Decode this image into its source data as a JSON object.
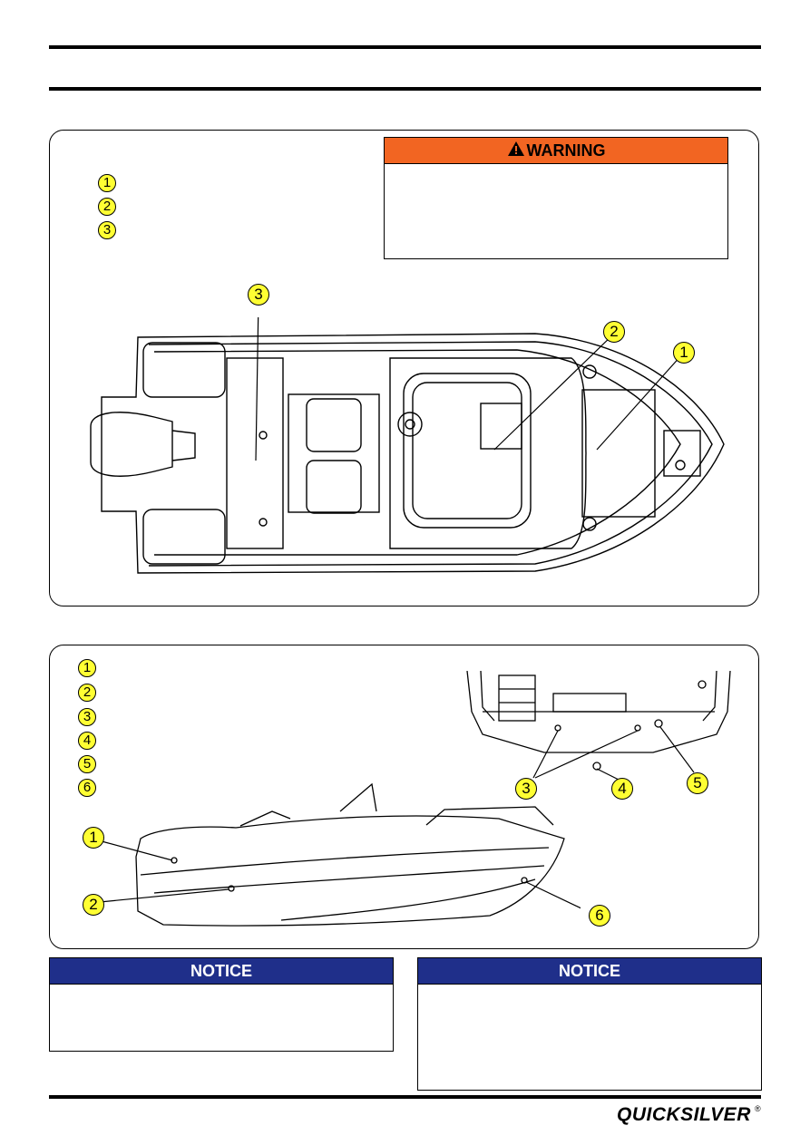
{
  "warning": {
    "title": "WARNING"
  },
  "notices": [
    {
      "title": "NOTICE"
    },
    {
      "title": "NOTICE"
    }
  ],
  "panel_top": {
    "legend": [
      "1",
      "2",
      "3"
    ],
    "callouts": [
      "3",
      "2",
      "1"
    ]
  },
  "panel_bottom": {
    "legend": [
      "1",
      "2",
      "3",
      "4",
      "5",
      "6"
    ],
    "callouts_side": [
      "1",
      "2",
      "6"
    ],
    "callouts_stern": [
      "3",
      "4",
      "5"
    ]
  },
  "brand": {
    "logo": "QUICKSILVER",
    "reg": "®"
  },
  "colors": {
    "warning": "#f26522",
    "notice": "#1f2f8a",
    "badge": "#ffff33"
  }
}
